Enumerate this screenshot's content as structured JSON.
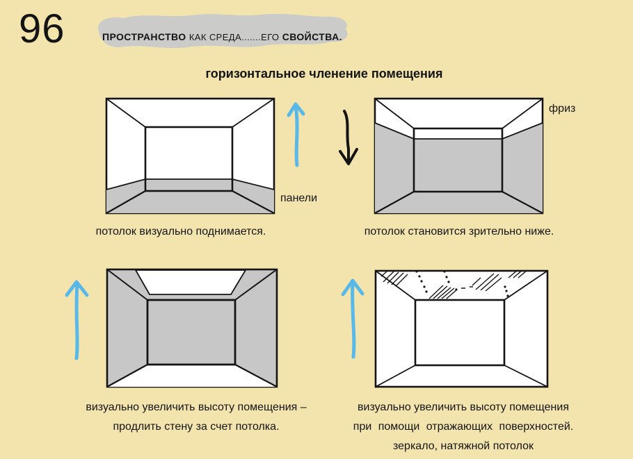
{
  "page": {
    "number": "96",
    "header": {
      "bold1": "ПРОСТРАНСТВО",
      "regular": "КАК СРЕДА.......ЕГО",
      "bold2": "СВОЙСТВА."
    },
    "title": "горизонтальное членение помещения"
  },
  "colors": {
    "background": "#f3e4ad",
    "highlight_gray": "#cbccca",
    "room_gray": "#c6c7c6",
    "arrow_blue": "#58b8e8",
    "ink": "#141414"
  },
  "diagrams": {
    "top_left": {
      "caption": "потолок визуально поднимается.",
      "label": "панели",
      "arrow": "up-blue"
    },
    "top_right": {
      "caption": "потолок становится зрительно ниже.",
      "label": "фриз",
      "arrow": "down-black"
    },
    "bottom_left": {
      "caption_lines": [
        "визуально увеличить высоту помещения –",
        "продлить стену за счет потолка."
      ],
      "arrow": "up-blue"
    },
    "bottom_right": {
      "caption_lines": [
        "визуально увеличить высоту помещения",
        "при помощи отражающих поверхностей.",
        "зеркало, натяжной потолок"
      ],
      "arrow": "up-blue"
    }
  }
}
